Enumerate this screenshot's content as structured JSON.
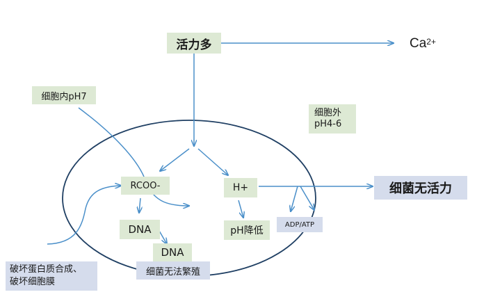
{
  "nodes": {
    "active_oxygen": "活力多",
    "calcium_base": "Ca",
    "calcium_sup": "2+",
    "ph_inside": "细胞内pH7",
    "ph_outside_line1": "细胞外",
    "ph_outside_line2": "pH4-6",
    "rcoo": "RCOO-",
    "hplus": "H+",
    "inactive": "细菌无活力",
    "dna": "DNA",
    "ph_drop": "pH降低",
    "adp_atp": "ADP/ATP",
    "dna_damaged": "DNA",
    "no_reproduce": "细菌无法繁殖",
    "destroy_line1": "破坏蛋白质合成、",
    "destroy_line2": "破坏细胞膜"
  },
  "colors": {
    "arrow": "#4a8fc9",
    "ellipse": "#1f3f63",
    "green_box": "#dde9d4",
    "blue_box": "#d5dcec",
    "cross": "#d0192a"
  }
}
